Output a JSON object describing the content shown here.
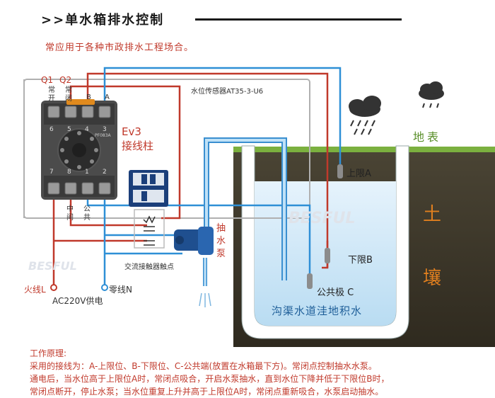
{
  "title": ">>单水箱排水控制",
  "subtitle": "常应用于各种市政排水工程场合。",
  "relay": {
    "q1": "Q1",
    "q2": "Q2",
    "contact_open": "常\n开",
    "contact_closed": "常\n闭",
    "term_b": "B",
    "term_a": "A",
    "pins_top": [
      "6",
      "5",
      "4",
      "3"
    ],
    "pins_bottom": [
      "7",
      "8",
      "1",
      "2"
    ],
    "model": "PF083A",
    "middle": "中\n间",
    "common": "公\n共"
  },
  "ev3": {
    "line1": "Ev3",
    "line2": "接线柱"
  },
  "sensor_label": "水位传感器AT35-3-U6",
  "pump_label": "抽\n水\n泵",
  "contactor_label": "交流接触器触点",
  "live_label": "火线L",
  "neutral_label": "零线N",
  "power_label": "AC220V供电",
  "upper_limit": "上限A",
  "lower_limit": "下限B",
  "common_pole": "公共极 C",
  "surface_label": "地表",
  "soil_1": "土",
  "soil_2": "壤",
  "tank_label": "沟渠水道洼地积水",
  "watermark": "BESFUL",
  "principle_title": "工作原理:",
  "principle_lines": [
    "采用的接线为：A-上限位、B-下限位、C-公共端(放置在水箱最下方)。常闭点控制抽水水泵。",
    "通电后，当水位高于上限位A时，常闭点吸合，开启水泵抽水，直到水位下降并低于下限位B时，",
    "常闭点断开，停止水泵；当水位重复上升并高于上限位A时，常闭点重新吸合，水泵启动抽水。"
  ],
  "colors": {
    "red": "#c0392b",
    "blue": "#2e8fd6",
    "gray": "#999999",
    "soil": "#3a3326",
    "water": "#cfe7f7"
  }
}
